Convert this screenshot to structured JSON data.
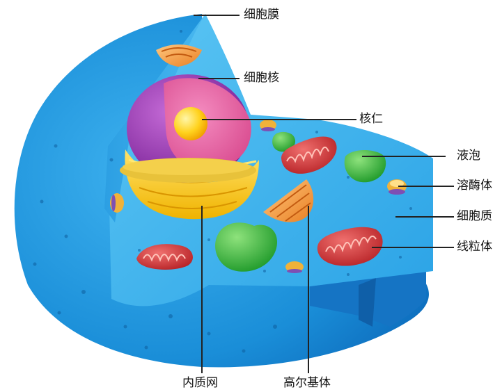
{
  "labels": {
    "cell_membrane": "细胞膜",
    "nucleus": "细胞核",
    "nucleolus": "核仁",
    "vacuole": "液泡",
    "lysosome": "溶酶体",
    "cytoplasm": "细胞质",
    "mitochondrion": "线粒体",
    "endoplasmic_reticulum": "内质网",
    "golgi_apparatus": "高尔基体"
  },
  "colors": {
    "cytoplasm": "#1E9BE0",
    "membrane_outer": "#1A86D8",
    "nucleus_envelope": "#9B3BB5",
    "nucleus_interior": "#E8609E",
    "nucleolus": "#FFD21E",
    "endoplasmic_reticulum": "#F6C51C",
    "vacuole": "#3DB43A",
    "mitochondrion": "#D8393C",
    "golgi_apparatus": "#F29A3A",
    "leader_line": "#222222"
  }
}
